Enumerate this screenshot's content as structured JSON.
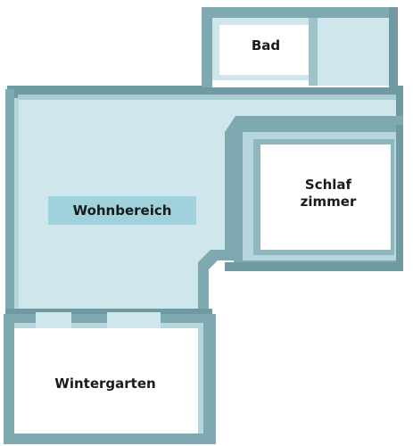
{
  "rooms": {
    "bad": {
      "label": "Bad"
    },
    "wohnbereich": {
      "label": "Wohnbereich"
    },
    "schlafzimmer": {
      "label": "Schlaf\nzimmer"
    },
    "wintergarten": {
      "label": "Wintergarten"
    }
  },
  "colors": {
    "wall_dark": "#6f9aa1",
    "wall_light": "#d6ecef",
    "wall_mid": "#a9cdd3",
    "floor_living": "#cfe7ec",
    "floor_white": "#ffffff",
    "label_bg_living": "#9fd2dc",
    "text": "#1a1a1a"
  }
}
